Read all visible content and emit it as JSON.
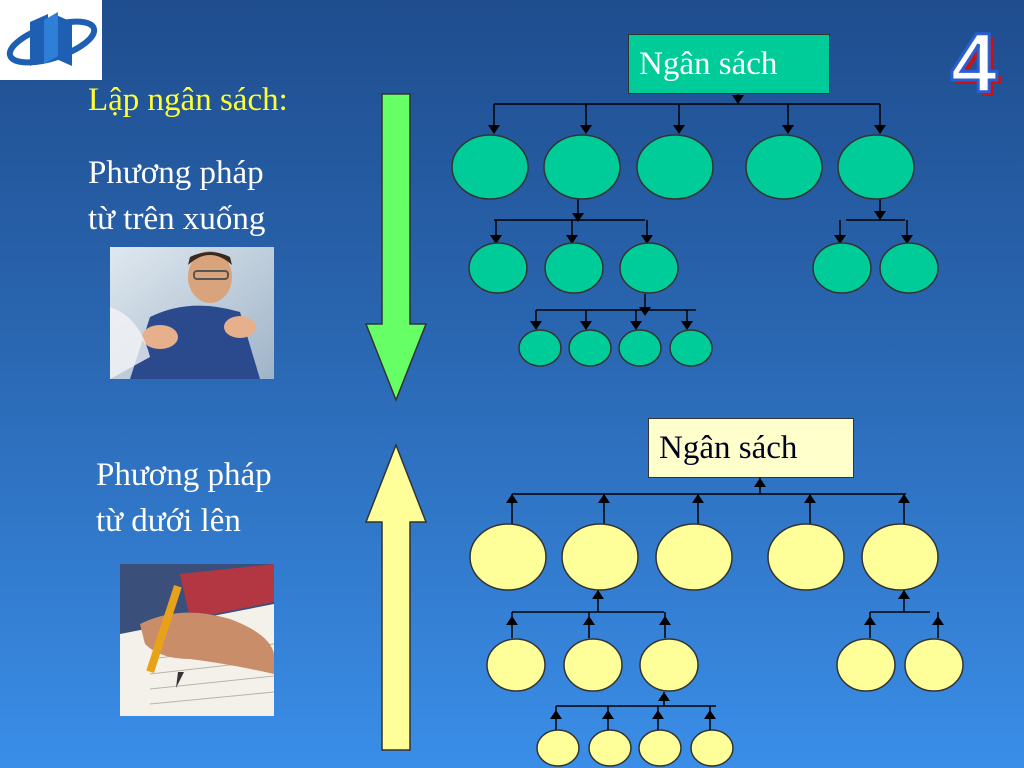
{
  "title": "Lập ngân sách:",
  "slide_number": "4",
  "top_down": {
    "label_line1": "Phương pháp",
    "label_line2": "từ trên xuống",
    "root_label": "Ngân sách",
    "arrow_color": "#66ff66",
    "node_color": "#00cc99"
  },
  "bottom_up": {
    "label_line1": "Phương pháp",
    "label_line2": "từ dưới lên",
    "root_label": "Ngân sách",
    "arrow_color": "#ffff99",
    "node_color": "#ffff99"
  },
  "icons": {
    "logo": "book-logo-icon",
    "photo_top": "businessman-photo",
    "photo_bottom": "writing-hand-photo"
  }
}
